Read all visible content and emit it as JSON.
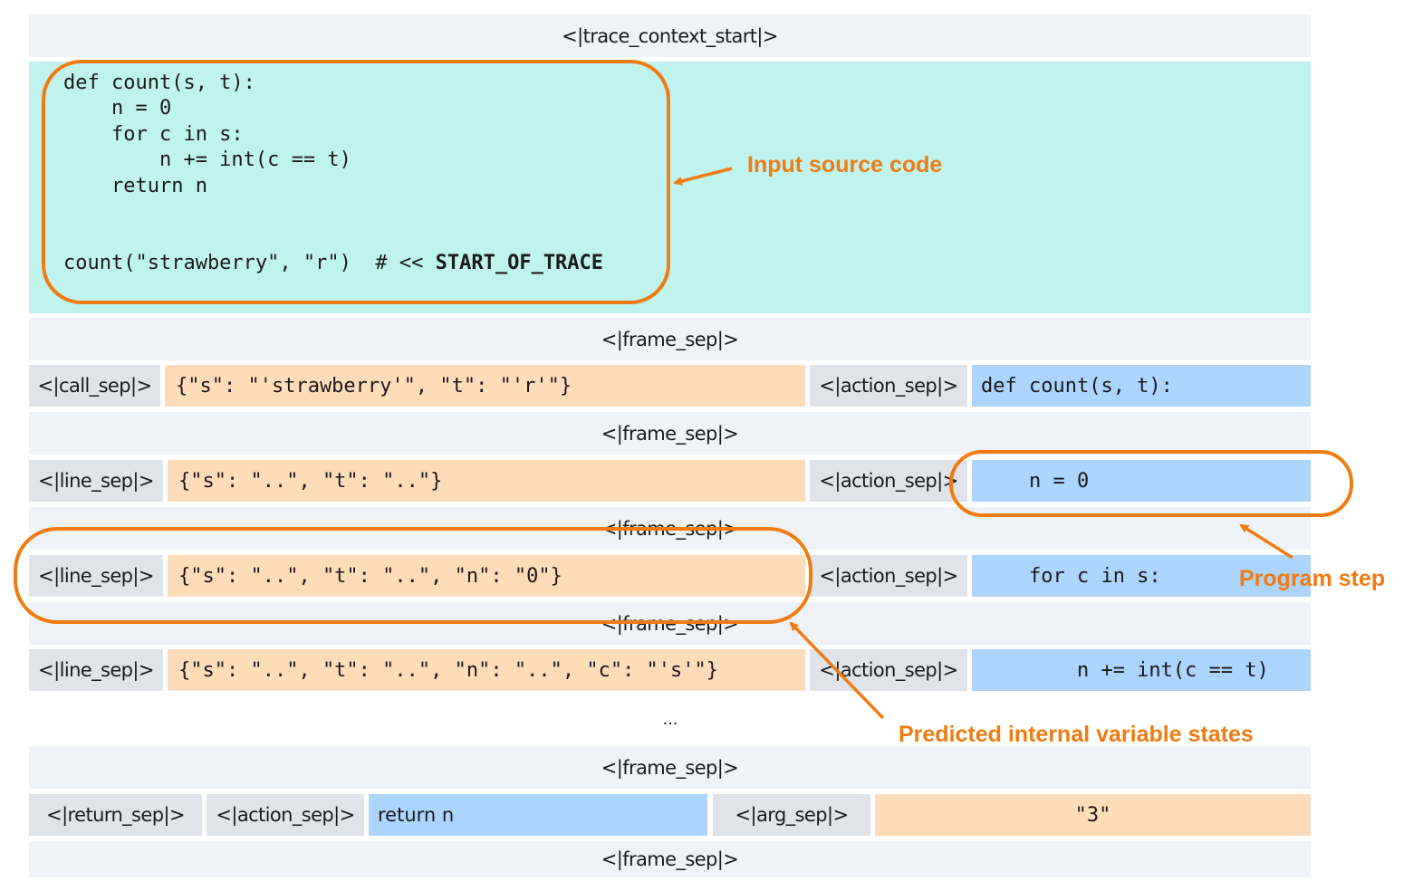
{
  "trace_context_start": "<|trace_context_start|>",
  "source_code": {
    "lines": [
      "def count(s, t):",
      "    n = 0",
      "    for c in s:",
      "        n += int(c == t)",
      "    return n",
      "",
      ""
    ],
    "call_line": "count(\"strawberry\", \"r\")  # << ",
    "call_marker": "START_OF_TRACE"
  },
  "frame_sep": "<|frame_sep|>",
  "rows": [
    {
      "sep": "<|call_sep|>",
      "state": "{\"s\": \"'strawberry'\", \"t\": \"'r'\"}",
      "action_sep": "<|action_sep|>",
      "action": "def count(s, t):"
    },
    {
      "sep": "<|line_sep|>",
      "state": "{\"s\": \"..\", \"t\": \"..\"}",
      "action_sep": "<|action_sep|>",
      "action": "    n = 0"
    },
    {
      "sep": "<|line_sep|>",
      "state": "{\"s\": \"..\", \"t\": \"..\", \"n\": \"0\"}",
      "action_sep": "<|action_sep|>",
      "action": "    for c in s:"
    },
    {
      "sep": "<|line_sep|>",
      "state": "{\"s\": \"..\", \"t\": \"..\", \"n\": \"..\", \"c\": \"'s'\"}",
      "action_sep": "<|action_sep|>",
      "action": "        n += int(c == t)"
    }
  ],
  "ellipsis": "...",
  "return_row": {
    "return_sep": "<|return_sep|>",
    "action_sep": "<|action_sep|>",
    "action": "return n",
    "arg_sep": "<|arg_sep|>",
    "value": "\"3\""
  },
  "annotations": {
    "input_source_code": "Input source code",
    "program_step": "Program step",
    "predicted_states": "Predicted internal variable states"
  },
  "colors": {
    "annotation": "#f07b12",
    "code_bg": "#c1f3ee",
    "state_bg": "#fedcba",
    "action_bg": "#acd4fd",
    "separator_bg": "#e0e4ea",
    "frame_bg": "#eff2f6"
  }
}
